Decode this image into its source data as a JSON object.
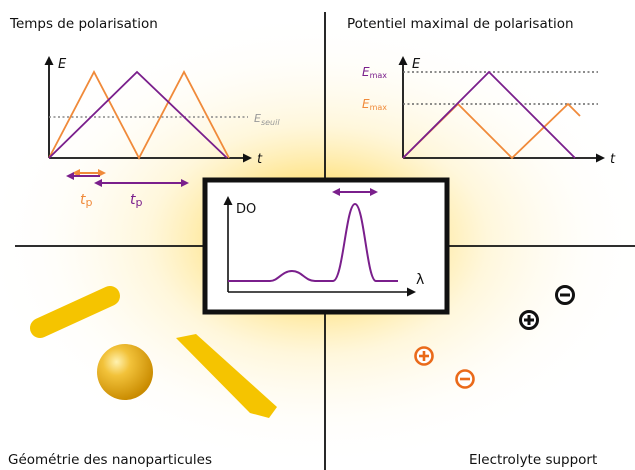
{
  "quadrants": {
    "top_left": {
      "title": "Temps de polarisation",
      "y_label": "E",
      "x_label": "t",
      "threshold_label": "E",
      "threshold_sub": "seuil",
      "tp_orange_main": "t",
      "tp_orange_sub": "p",
      "tp_purple_main": "t",
      "tp_purple_sub": "p"
    },
    "top_right": {
      "title": "Potentiel maximal de polarisation",
      "y_label": "E",
      "x_label": "t",
      "emax_purple_main": "E",
      "emax_purple_sub": "max",
      "emax_orange_main": "E",
      "emax_orange_sub": "max"
    },
    "bottom_left": {
      "title": "Géométrie des nanoparticules"
    },
    "bottom_right": {
      "title": "Electrolyte support"
    }
  },
  "center": {
    "y_label": "DO",
    "x_label": "λ"
  },
  "colors": {
    "purple": "#7a1f8c",
    "orange": "#f08a3a",
    "gold": "#f5c400",
    "gold_dark": "#d99a00",
    "threshold": "#888888",
    "ion_orange": "#ea6a1a",
    "ion_black": "#111111"
  },
  "icons": {
    "ion_positive_black": "plus-circle-icon",
    "ion_negative_black": "minus-circle-icon",
    "ion_positive_orange": "plus-circle-icon",
    "ion_negative_orange": "minus-circle-icon"
  }
}
